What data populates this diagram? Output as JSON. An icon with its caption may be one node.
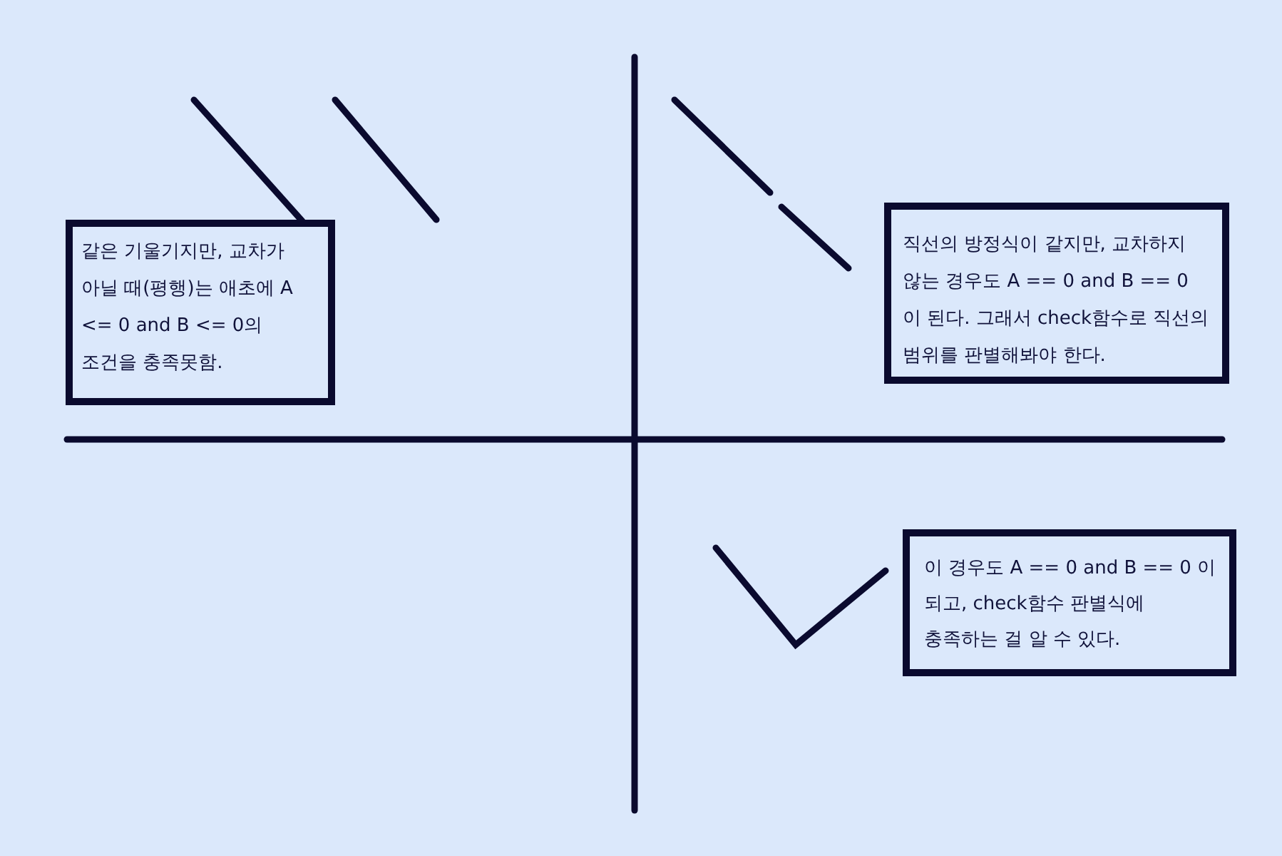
{
  "diagram": {
    "nodes": [
      {
        "text": [
          "같은 기울기지만, 교차가 아닐 때(평행)는 애초에 A <= 0 and B <= 0의 조건을 충족못함."
        ]
      },
      {
        "text": [
          "직선의 방정식이 같지만, 교차하지 않는 경우도 A == 0 and B == 0 이 된다. 그래서 check함수로 직선의 범위를 판별해봐야 한다."
        ]
      },
      {
        "text": [
          "이 경우도 A == 0 and B == 0 이 되고, check함수 판별식에 충족하는 걸 알 수 있다."
        ]
      }
    ]
  }
}
